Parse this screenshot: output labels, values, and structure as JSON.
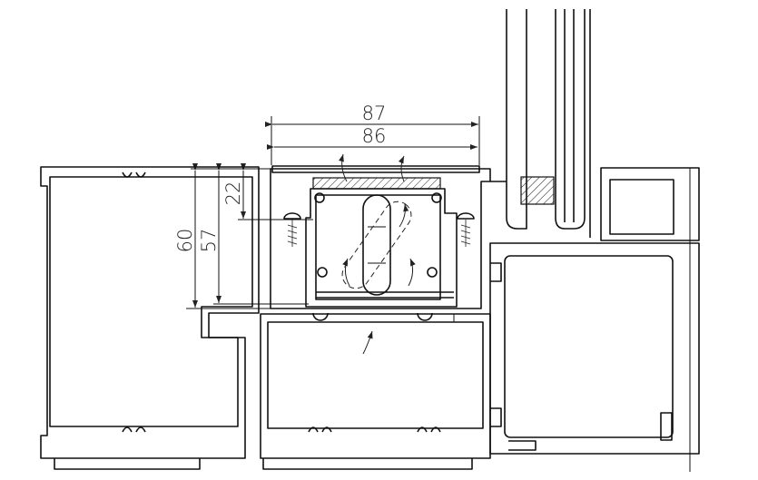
{
  "drawing": {
    "dimensions": {
      "width_outer": "87",
      "width_inner": "86",
      "depth_top": "22",
      "depth_mid": "57",
      "depth_total": "60"
    }
  }
}
